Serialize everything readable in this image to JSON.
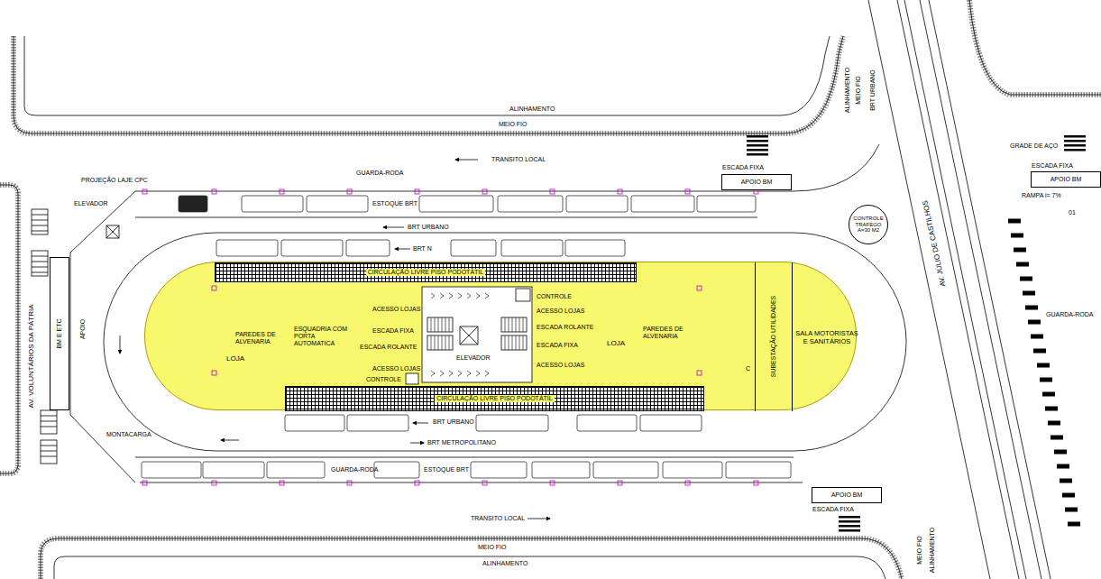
{
  "diagram": {
    "nodes": [
      {
        "text": [
          "LOJA",
          "PAREDES DE ALVENARIA",
          "ESQUADRIA COM PORTA AUTOMATICA",
          "ESCADA FIXA",
          "ESCADA ROLANTE",
          "ACESSO LOJAS",
          "ACESSO LOJAS",
          "CONTROLE",
          "CONTROLE",
          "ELEVADOR",
          "ACESSO LOJAS",
          "ACESSO LOJAS",
          "ESCADA ROLANTE",
          "ESCADA FIXA",
          "LOJA",
          "PAREDES DE ALVENARIA",
          "C"
        ]
      },
      {
        "text": [
          "CIRCULAÇÃO LIVRE PISO PODOTÁTIL"
        ],
        "in": 0
      },
      {
        "text": [
          "CIRCULAÇÃO LIVRE PISO PODOTÁTIL"
        ],
        "in": 0
      },
      {
        "text": [
          "SUBESTAÇÃO UTILIDADES"
        ],
        "in": 0
      },
      {
        "text": [
          "SALA MOTORISTAS E SANITÁRIOS"
        ],
        "in": 0
      },
      {
        "text": [
          "CONTROLE TRAFEGO A=30 M2"
        ]
      },
      {
        "text": [
          "ESCADA FIXA",
          "APOIO BM"
        ]
      },
      {
        "text": [
          "ESCADA FIXA",
          "APOIO BM"
        ]
      },
      {
        "text": [
          "ESCADA FIXA",
          "APOIO BM"
        ]
      },
      {
        "text": [
          "BM E ETC"
        ]
      }
    ],
    "labels": [
      "ALINHAMENTO",
      "MEIO FIO",
      "TRANSITO LOCAL",
      "GUARDA-RODA",
      "PROJEÇÃO LAJE CPC",
      "ELEVADOR",
      "ESTOQUE BRT",
      "BRT URBANO",
      "BRT N",
      "BRT URBANO",
      "BRT METROPOLITANO",
      "GUARDA-RODA",
      "ESTOQUE BRT",
      "TRANSITO LOCAL",
      "MEIO FIO",
      "ALINHAMENTO",
      "MONTACARGA",
      "APOIO",
      "AV. VOLUNTÁRIOS DA PÁTRIA",
      "AV. JÚLIO DE CASTILHOS",
      "BRT URBANO",
      "MEIO FIO",
      "ALINHAMENTO",
      "GRADE DE AÇO",
      "RAMPA i= 7%",
      "01",
      "GUARDA-RODA",
      "MEIO FIO",
      "ALINHAMENTO"
    ]
  }
}
